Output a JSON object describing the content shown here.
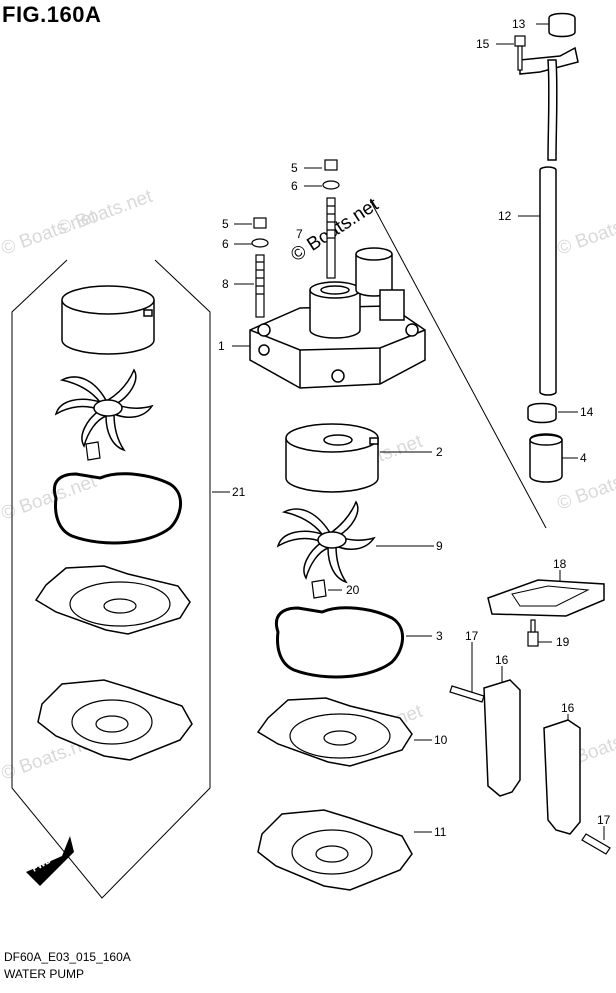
{
  "figure": {
    "title": "FIG.160A",
    "code": "DF60A_E03_015_160A",
    "name": "WATER PUMP"
  },
  "watermark": {
    "text": "© Boats.net"
  },
  "fwd_label": "FWD",
  "callouts": {
    "p1": "1",
    "p2": "2",
    "p3": "3",
    "p4": "4",
    "p5a": "5",
    "p5b": "5",
    "p6a": "6",
    "p6b": "6",
    "p7": "7",
    "p8": "8",
    "p9": "9",
    "p10": "10",
    "p11": "11",
    "p12": "12",
    "p13": "13",
    "p14": "14",
    "p15": "15",
    "p16a": "16",
    "p16b": "16",
    "p17a": "17",
    "p17b": "17",
    "p18": "18",
    "p19": "19",
    "p20": "20",
    "p21": "21"
  }
}
